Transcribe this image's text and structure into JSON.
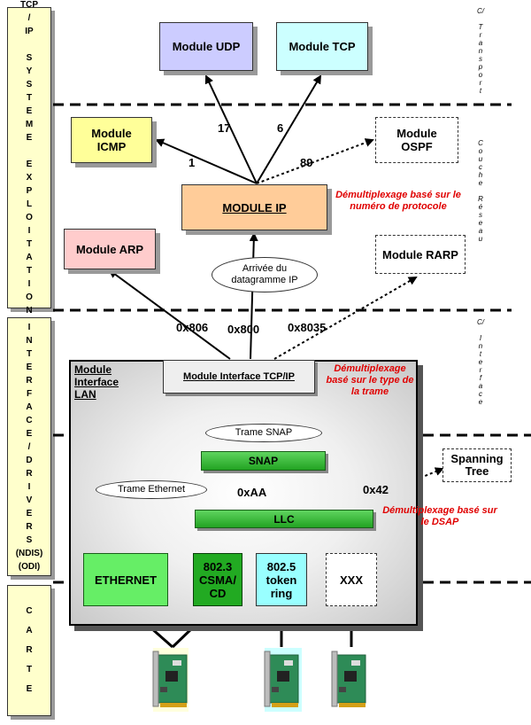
{
  "layers": {
    "tcpip": [
      "TCP",
      "/",
      "IP",
      "",
      "S",
      "Y",
      "S",
      "T",
      "E",
      "M",
      "E",
      "",
      "E",
      "X",
      "P",
      "L",
      "O",
      "I",
      "T",
      "A",
      "T",
      "I",
      "O",
      "N"
    ],
    "interface": [
      "I",
      "N",
      "T",
      "E",
      "R",
      "F",
      "A",
      "C",
      "E",
      "/",
      "D",
      "R",
      "I",
      "V",
      "E",
      "R",
      "S",
      "(NDIS)",
      "(ODI)"
    ],
    "carte": [
      "C",
      "A",
      "R",
      "T",
      "E"
    ]
  },
  "right_labels": {
    "transport": [
      "C/",
      "",
      "T",
      "r",
      "a",
      "n",
      "s",
      "p",
      "o",
      "r",
      "t"
    ],
    "reseau": [
      "C",
      "o",
      "u",
      "c",
      "h",
      "e",
      "",
      "R",
      "é",
      "s",
      "e",
      "a",
      "u"
    ],
    "interface": [
      "C/",
      "",
      "I",
      "n",
      "t",
      "e",
      "r",
      "f",
      "a",
      "c",
      "e"
    ]
  },
  "modules": {
    "udp": "Module UDP",
    "tcp": "Module TCP",
    "icmp": "Module ICMP",
    "ospf": "Module OSPF",
    "ip": "MODULE IP",
    "arp": "Module ARP",
    "rarp": "Module RARP",
    "lan": "Module Interface LAN",
    "tcpip_iface": "Module Interface TCP/IP",
    "snap": "SNAP",
    "llc": "LLC",
    "spanning": "Spanning Tree",
    "ethernet": "ETHERNET",
    "csma": "802.3 CSMA/ CD",
    "token": "802.5 token ring",
    "xxx": "XXX"
  },
  "labels": {
    "udp_num": "17",
    "tcp_num": "6",
    "icmp_num": "1",
    "ospf_num": "89",
    "arp_type": "0x806",
    "ip_type": "0x800",
    "rarp_type": "0x8035",
    "snap_sap": "0xAA",
    "stp_sap": "0x42"
  },
  "ellipses": {
    "arrivee": "Arrivée du datagramme IP",
    "snap_frame": "Trame SNAP",
    "ethernet_frame": "Trame Ethernet"
  },
  "notes": {
    "protocol": "Démultiplexage basé sur le numéro de protocole",
    "type": "Démultiplexage basé sur le type de la trame",
    "dsap": "Démultiplexage basé sur le DSAP"
  },
  "colors": {
    "udp": "#ccccff",
    "tcp": "#ccffff",
    "icmp": "#ffff99",
    "ip": "#ffcc99",
    "arp": "#ffcccc",
    "ethernet": "#66ee66",
    "csma": "#22aa22",
    "token": "#99ffff",
    "note": "#e00000"
  }
}
